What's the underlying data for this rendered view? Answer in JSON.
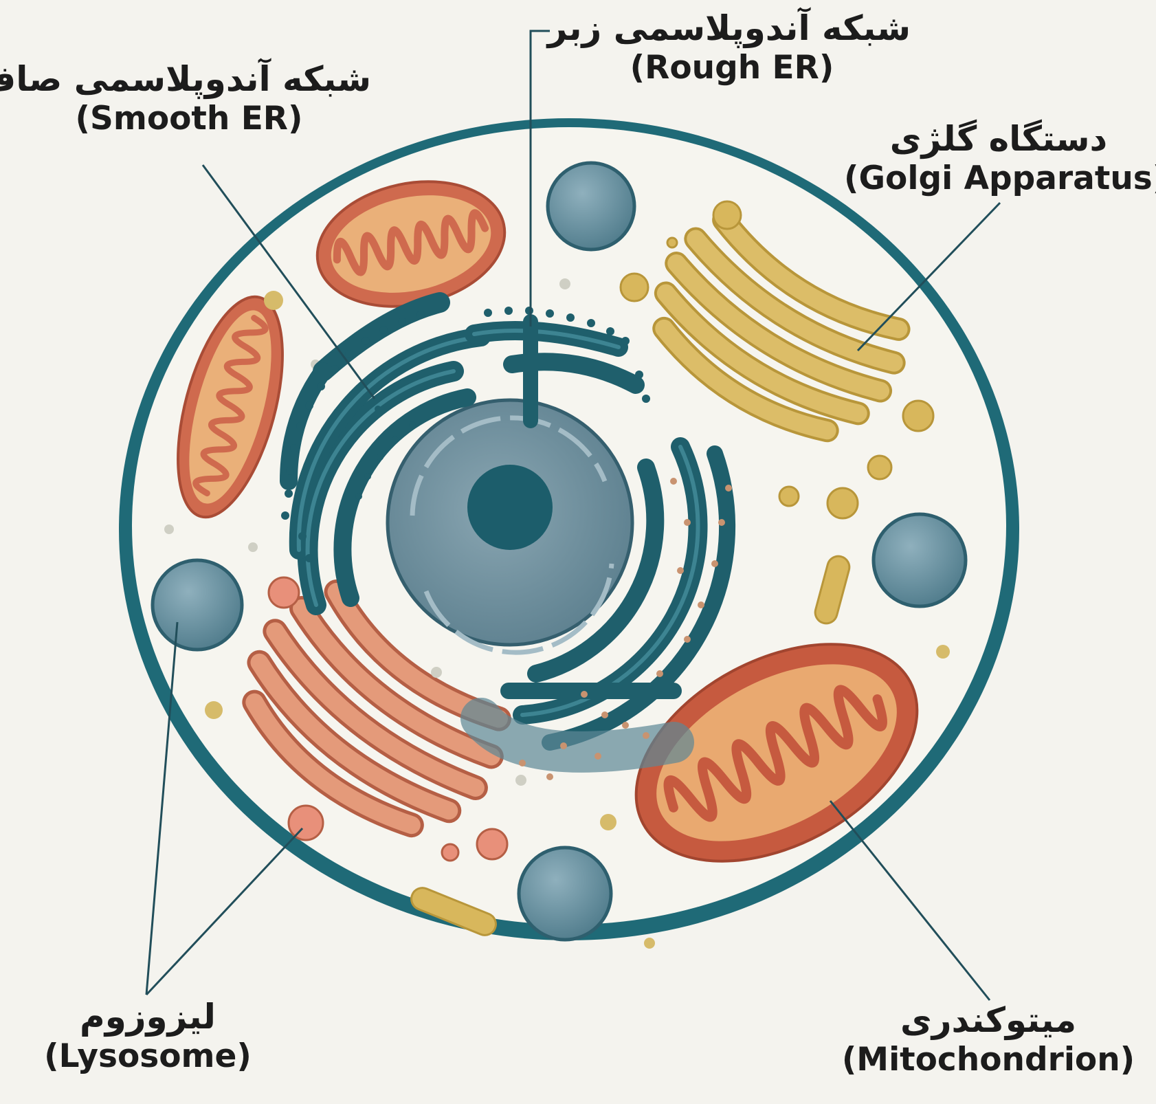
{
  "labels": {
    "smooth_er": {
      "fa": "شبکه آندوپلاسمی صاف",
      "en": "(Smooth ER)"
    },
    "rough_er": {
      "fa": "شبکه آندوپلاسمی زبر",
      "en": "(Rough ER)"
    },
    "golgi": {
      "fa": "دستگاه گلژی",
      "en": "(Golgi Apparatus)"
    },
    "lysosome": {
      "fa": "لیزوزوم",
      "en": "(Lysosome)"
    },
    "mitochondrion": {
      "fa": "میتوکندری",
      "en": "(Mitochondrion)"
    }
  },
  "colors": {
    "background": "#f4f3ee",
    "membrane": "#1f6a77",
    "cytoplasm": "#f6f5ef",
    "er": "#1f5f6c",
    "nucleus": "#6d8e9c",
    "nucleolus": "#1c5d6b",
    "mitochondrion": "#cf6a4e",
    "mitochondrion_inner": "#eab079",
    "golgi": "#d8b75c",
    "lysosome": "#5f8796",
    "leader_line": "#214e5a"
  }
}
